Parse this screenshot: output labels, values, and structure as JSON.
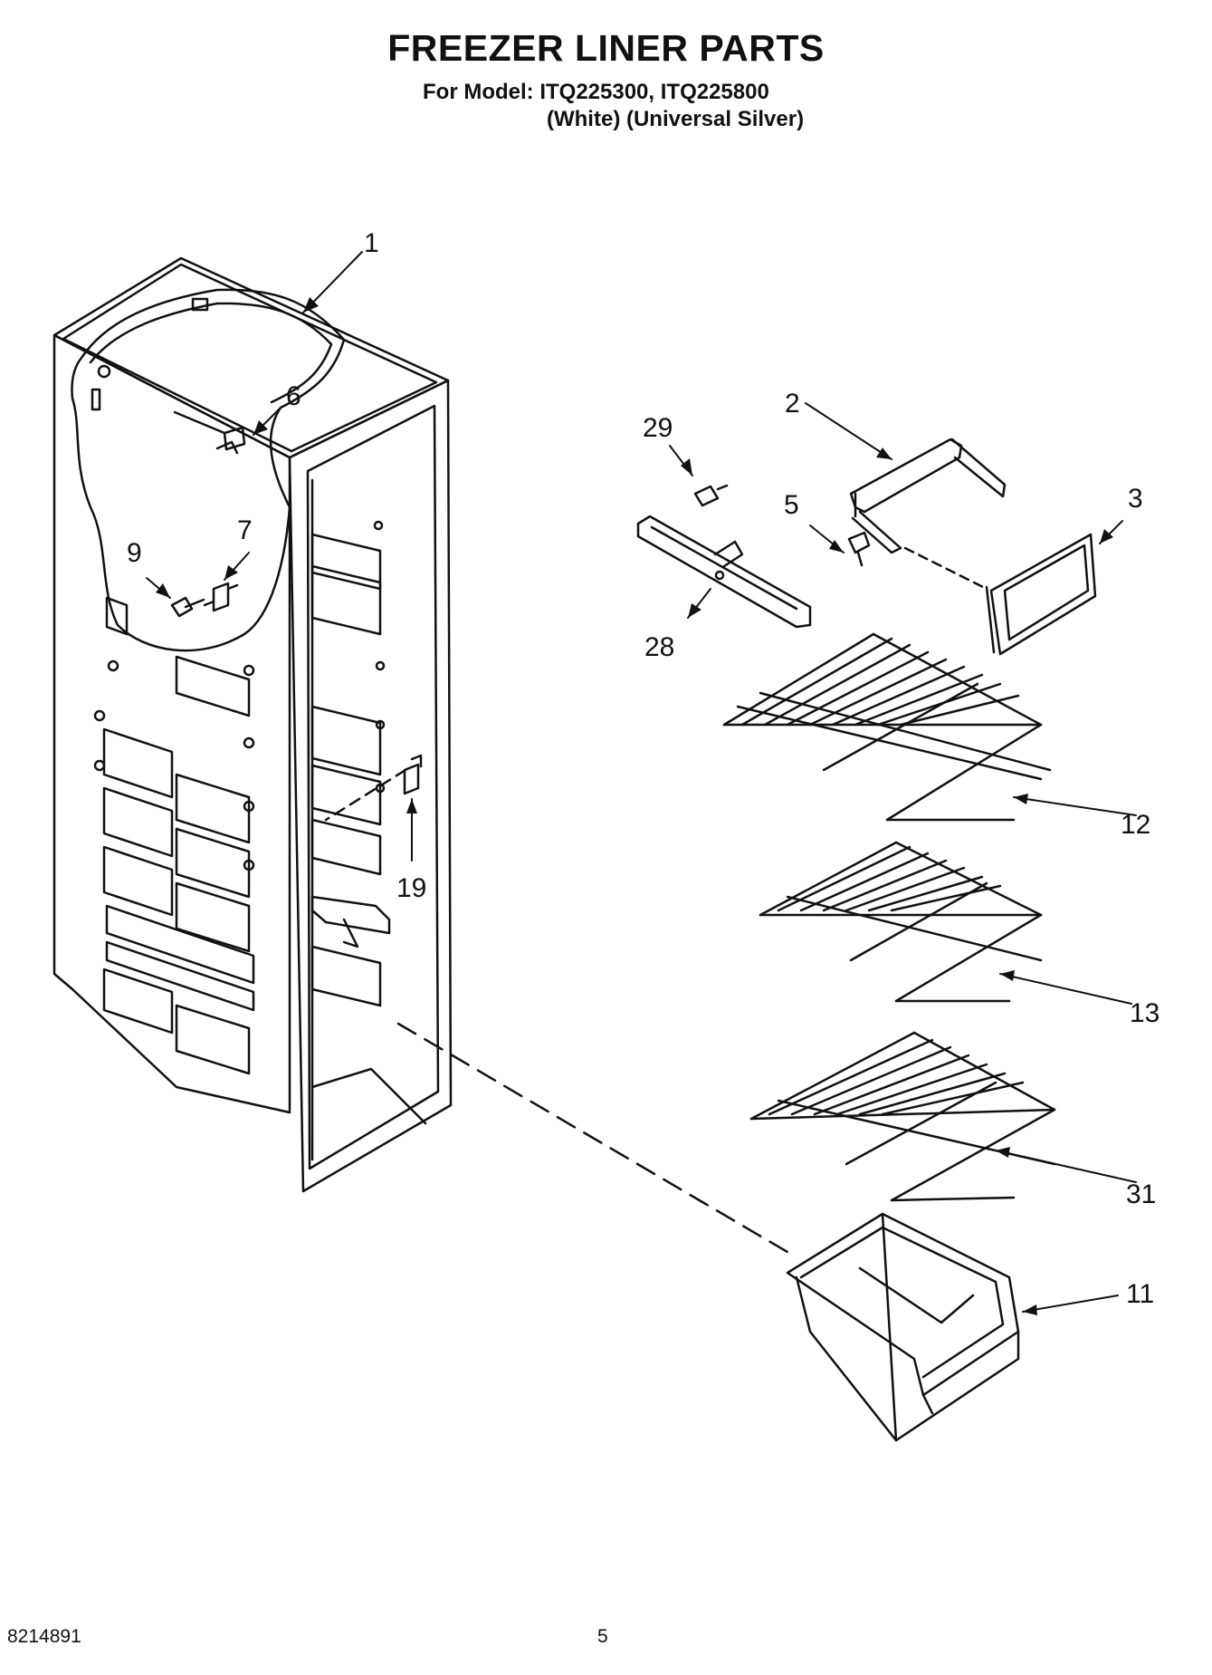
{
  "title": "FREEZER LINER PARTS",
  "model_line": "For Model: ITQ225300, ITQ225800",
  "variant_line": "(White) (Universal Silver)",
  "doc_number": "8214891",
  "page_number": "5",
  "callouts": [
    "1",
    "6",
    "7",
    "9",
    "19",
    "29",
    "28",
    "2",
    "5",
    "3",
    "12",
    "13",
    "31",
    "11"
  ]
}
